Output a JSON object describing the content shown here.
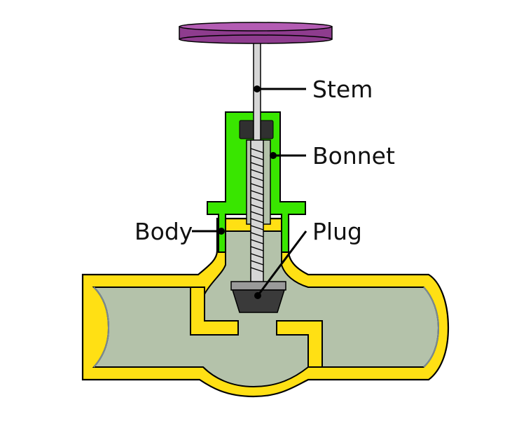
{
  "labels": {
    "stem": "Stem",
    "bonnet": "Bonnet",
    "body": "Body",
    "plug": "Plug"
  },
  "colors": {
    "handwheel": "#8e3c8e",
    "bonnet": "#39e600",
    "body": "#ffe014",
    "fluid": "#b4c2aa",
    "plug": "#3a3a3a",
    "stem": "#d6d6d6",
    "packing": "#303030",
    "outline": "#000000"
  }
}
